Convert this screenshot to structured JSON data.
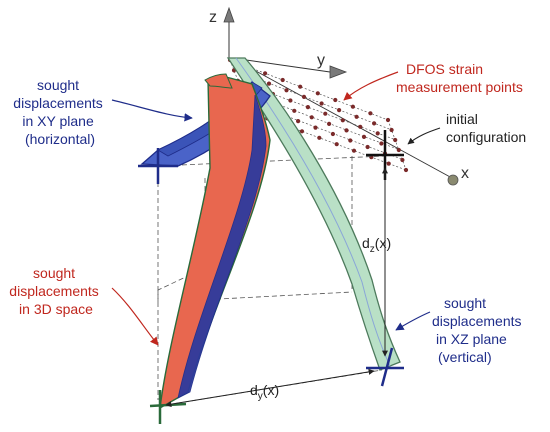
{
  "labels": {
    "z_axis": "z",
    "y_axis": "y",
    "x_axis": "x",
    "dfos": [
      "DFOS strain",
      "measurement points"
    ],
    "initial": [
      "initial",
      "configuration"
    ],
    "xy_plane": [
      "sought",
      "displacements",
      "in XY plane",
      "(horizontal)"
    ],
    "space_3d": [
      "sought",
      "displacements",
      "in 3D space"
    ],
    "xz_plane": [
      "sought",
      "displacements",
      "in XZ plane",
      "(vertical)"
    ],
    "dz": "d",
    "dz_sub": "z",
    "dz_arg": "(x)",
    "dy": "d",
    "dy_sub": "y",
    "dy_arg": "(x)"
  },
  "colors": {
    "blue_band": "#4a63c8",
    "red_band": "#e8674f",
    "green_band": "#b9e0c6",
    "navy": "#1f2d8a",
    "red_text": "#c0271e",
    "points": "#7a2a2a"
  }
}
